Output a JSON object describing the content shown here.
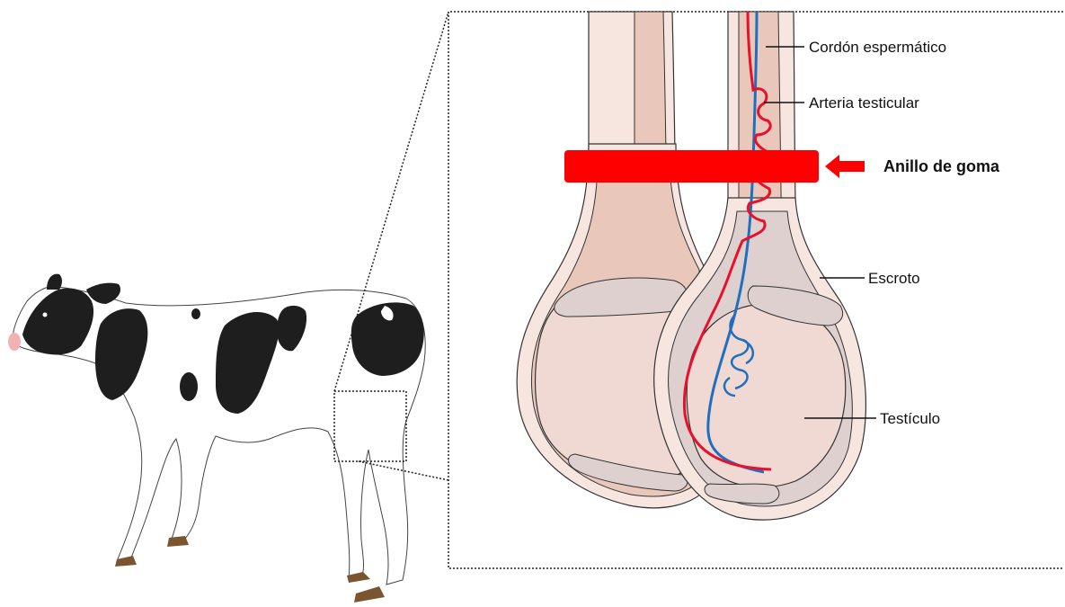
{
  "labels": {
    "spermatic_cord": "Cordón espermático",
    "testicular_artery": "Arteria testicular",
    "rubber_ring": "Anillo de goma",
    "scrotum": "Escroto",
    "testicle": "Testículo"
  },
  "colors": {
    "ring": "#ff0000",
    "artery": "#e8102a",
    "vein": "#1f6fc0",
    "skin": "#f7e6e0",
    "tissue": "#e9c8bb",
    "membrane": "#ddd0cf",
    "cow_spots": "#1e1e1e",
    "hooves": "#7a5530",
    "nose": "#f2b2b5"
  },
  "icons": {
    "calf": "calf-illustration",
    "arrow": "arrow-left-icon"
  }
}
